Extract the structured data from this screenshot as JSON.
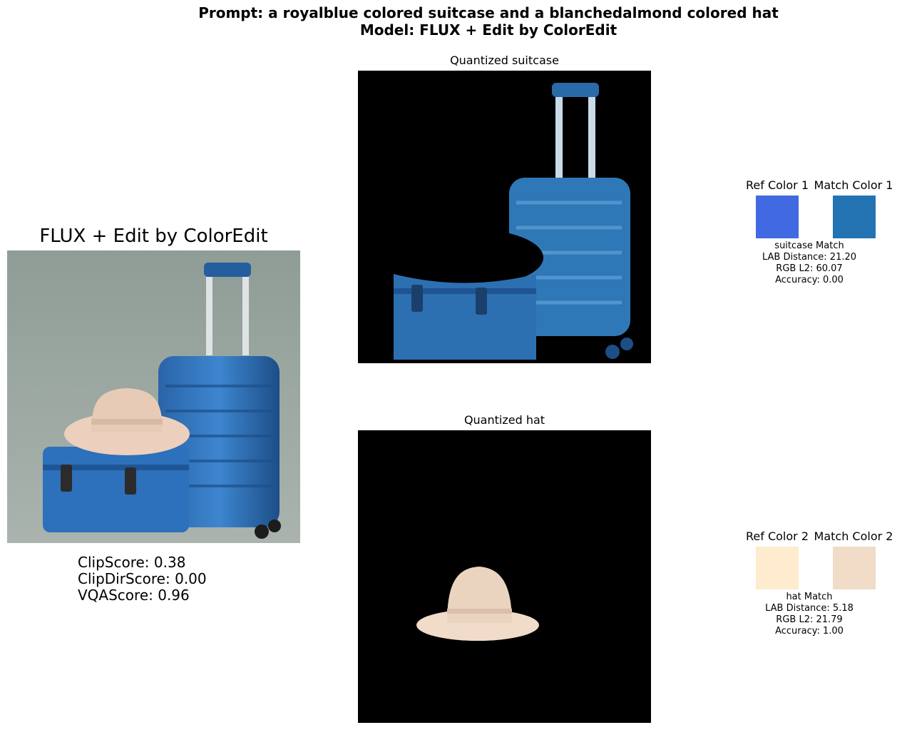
{
  "header": {
    "prompt_line": "Prompt: a royalblue colored suitcase and a blanchedalmond colored hat",
    "model_line": "Model: FLUX + Edit by ColorEdit"
  },
  "main_panel": {
    "title": "FLUX + Edit by ColorEdit",
    "scores": [
      "ClipScore: 0.38",
      "ClipDirScore: 0.00",
      "VQAScore: 0.96"
    ]
  },
  "objects": [
    {
      "quantized_title": "Quantized suitcase",
      "ref_label": "Ref Color 1",
      "match_label": "Match Color 1",
      "ref_color": "#4169E1",
      "match_color": "#2474B3",
      "metrics": [
        "suitcase Match",
        "LAB Distance: 21.20",
        "RGB L2: 60.07",
        "Accuracy: 0.00"
      ]
    },
    {
      "quantized_title": "Quantized hat",
      "ref_label": "Ref Color 2",
      "match_label": "Match Color 2",
      "ref_color": "#FFEBCD",
      "match_color": "#F1DCC7",
      "metrics": [
        "hat Match",
        "LAB Distance: 5.18",
        "RGB L2: 21.79",
        "Accuracy: 1.00"
      ]
    }
  ]
}
